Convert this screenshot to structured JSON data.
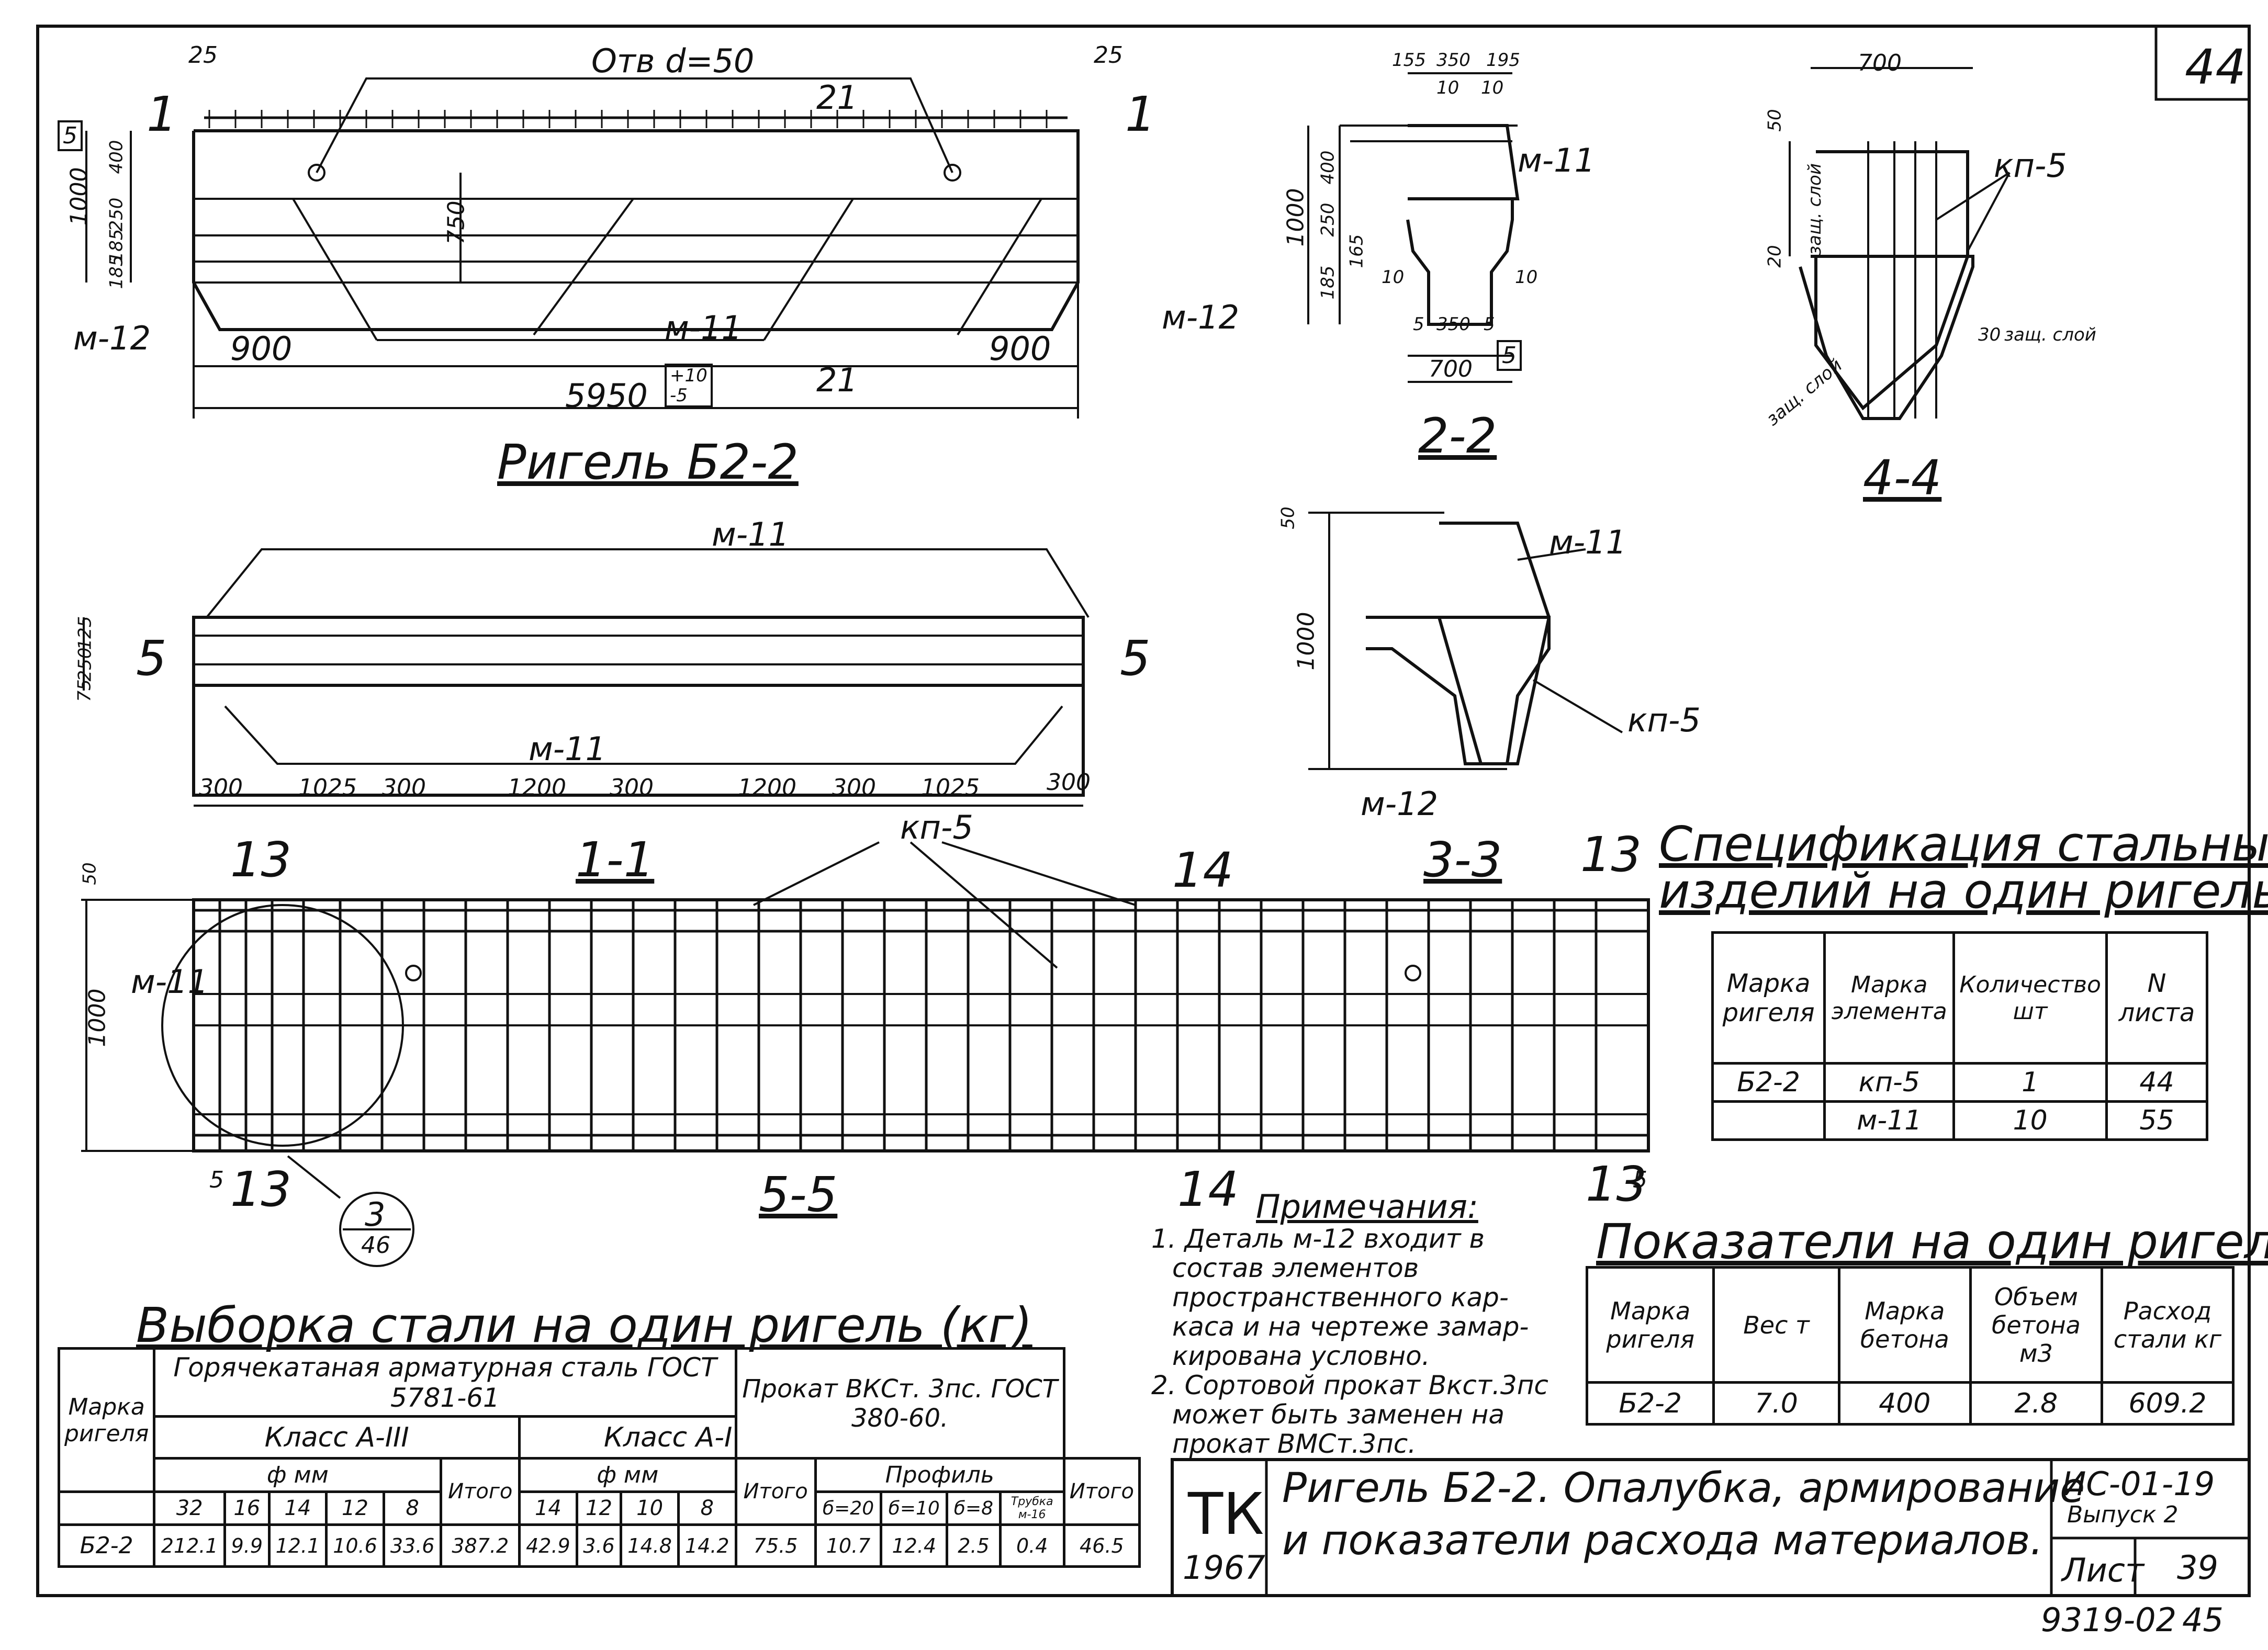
{
  "sheet_number_top": "44",
  "footer_sheet_code": "9319-02",
  "footer_page": "45",
  "beam_view": {
    "title": "Ригель Б2-2",
    "hole_label": "Отв d=50",
    "overall_length": "5950",
    "tolerance": [
      "+10",
      "-5"
    ],
    "dims_left": [
      "1000",
      "400",
      "250",
      "185",
      "185"
    ],
    "dim_750": "750",
    "end_900_left": "900",
    "end_900_right": "900",
    "dim_25_left": "25",
    "dim_25_right": "25",
    "box_5": "5",
    "marks": [
      "м-12",
      "м-11",
      "м-12"
    ],
    "section_cut": "1",
    "section_21": "21"
  },
  "section_2_2": {
    "title": "2-2",
    "dims_top": [
      "155",
      "350",
      "195"
    ],
    "dims_10": [
      "10",
      "10"
    ],
    "dim_height": "1000",
    "dims_left": [
      "400",
      "250",
      "165",
      "185"
    ],
    "dim_bottom": "350",
    "dim_width": "700",
    "dims_5": [
      "5",
      "5"
    ],
    "side_10": [
      "10",
      "10"
    ],
    "mark": "м-11",
    "box_5": "5"
  },
  "section_4_4": {
    "title": "4-4",
    "dim_width": "700",
    "dim_50": "50",
    "dim_20": "20",
    "dim_30": "30",
    "cover_label": "защ. слой",
    "mark": "кп-5"
  },
  "section_3_3": {
    "title": "3-3",
    "dim_50": "50",
    "dim_height": "1000",
    "marks": [
      "м-11",
      "кп-5",
      "м-12"
    ]
  },
  "section_1_1": {
    "title": "1-1",
    "dims_left": [
      "125",
      "250",
      "75"
    ],
    "cut": "5",
    "dims_bottom": [
      "300",
      "1025",
      "300",
      "1200",
      "300",
      "1200",
      "300",
      "1025",
      "300"
    ],
    "marks": [
      "м-11",
      "м-11"
    ]
  },
  "section_5_5": {
    "title": "5-5",
    "cuts": [
      "13",
      "14",
      "13",
      "14",
      "13"
    ],
    "dim_50": "50",
    "dim_height": "1000",
    "dims_5": [
      "5",
      "5"
    ],
    "marks": [
      "м-11",
      "кп-5"
    ],
    "callout_top": "3",
    "callout_bottom": "46",
    "cut_label_13": "13"
  },
  "spec_steel": {
    "title_line1": "Спецификация стальных",
    "title_line2": "изделий на один ригель.",
    "headers": [
      "Марка ригеля",
      "Марка элемента",
      "Количество шт",
      "N листа"
    ],
    "rows": [
      [
        "Б2-2",
        "кп-5",
        "1",
        "44"
      ],
      [
        "",
        "м-11",
        "10",
        "55"
      ]
    ]
  },
  "notes": {
    "title": "Примечания:",
    "lines": [
      "1. Деталь м-12 входит в",
      "состав элементов",
      "пространственного кар-",
      "каса и на чертеже замар-",
      "кирована условно.",
      "2. Сортовой прокат Вкст.3пс",
      "может быть заменен на",
      "прокат ВМСт.3пс."
    ]
  },
  "indicators": {
    "title": "Показатели на один ригель.",
    "headers": [
      "Марка ригеля",
      "Вес т",
      "Марка бетона",
      "Объем бетона м3",
      "Расход стали кг"
    ],
    "row": [
      "Б2-2",
      "7.0",
      "400",
      "2.8",
      "609.2"
    ]
  },
  "steel_table": {
    "title": "Выборка стали на один ригель (кг)",
    "col_mark": "Марка ригеля",
    "group_hot": "Горячекатаная арматурная сталь ГОСТ 5781-61",
    "class_a3": "Класс А-III",
    "class_a1": "Класс А-I",
    "phi": "ф мм",
    "prokat": "Прокат ВКСт. 3пс. ГОСТ 380-60.",
    "profile": "Профиль",
    "sub_a3": [
      "32",
      "16",
      "14",
      "12",
      "8"
    ],
    "sub_a1": [
      "14",
      "12",
      "10",
      "8"
    ],
    "sub_prof": [
      "б=20",
      "б=10",
      "б=8",
      "Трубка м-16"
    ],
    "itogo": "Итого",
    "row": [
      "Б2-2",
      "212.1",
      "9.9",
      "12.1",
      "10.6",
      "33.6",
      "387.2",
      "42.9",
      "3.6",
      "14.8",
      "14.2",
      "75.5",
      "10.7",
      "12.4",
      "2.5",
      "0.4",
      "46.5"
    ]
  },
  "title_block": {
    "org": "ТК",
    "year": "1967",
    "title_line1": "Ригель Б2-2. Опалубка, армирование",
    "title_line2": "и показатели расхода материалов.",
    "series": "ИС-01-19",
    "issue": "Выпуск 2",
    "sheet_label": "Лист",
    "sheet_no": "39"
  }
}
